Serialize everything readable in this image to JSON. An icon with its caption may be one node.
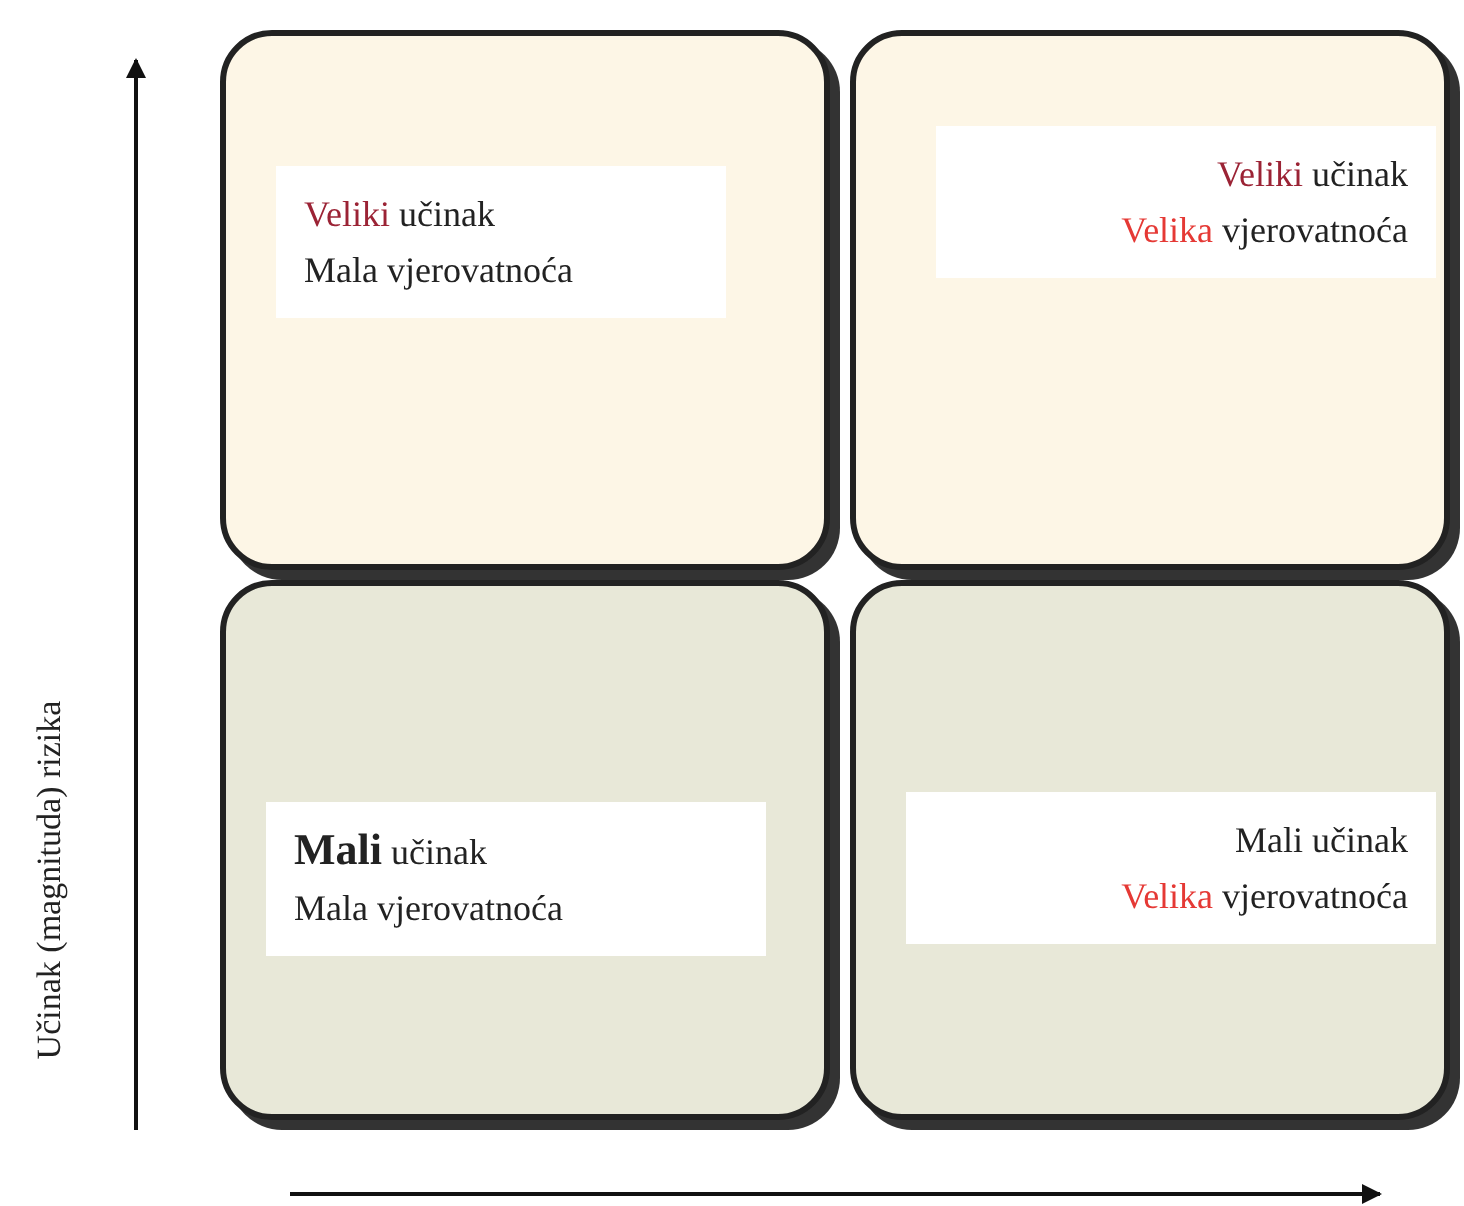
{
  "diagram": {
    "nodes": [
      {
        "text": [
          "Veliki učinak",
          "Mala vjerovatnoća"
        ]
      },
      {
        "text": [
          "Veliki učinak",
          "Velika vjerovatnoća"
        ]
      },
      {
        "text": [
          "**Mali** učinak",
          "Mala vjerovatnoća"
        ]
      },
      {
        "text": [
          "Mali učinak",
          "Velika vjerovatnoća"
        ]
      }
    ],
    "edges": [],
    "labels": [
      "Učinak (magnituda) rizika"
    ]
  }
}
